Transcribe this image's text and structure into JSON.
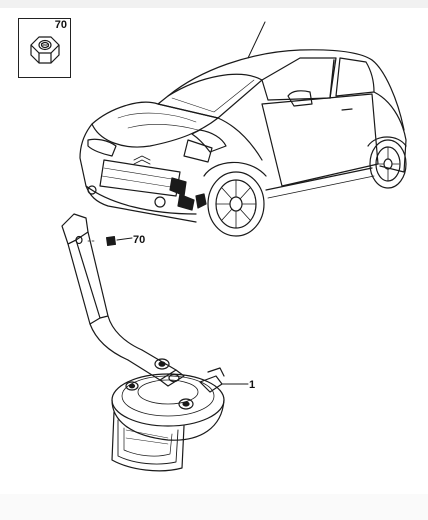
{
  "diagram": {
    "fastener_ref": "70",
    "nut_callout": "70",
    "horn_callout": "1"
  }
}
